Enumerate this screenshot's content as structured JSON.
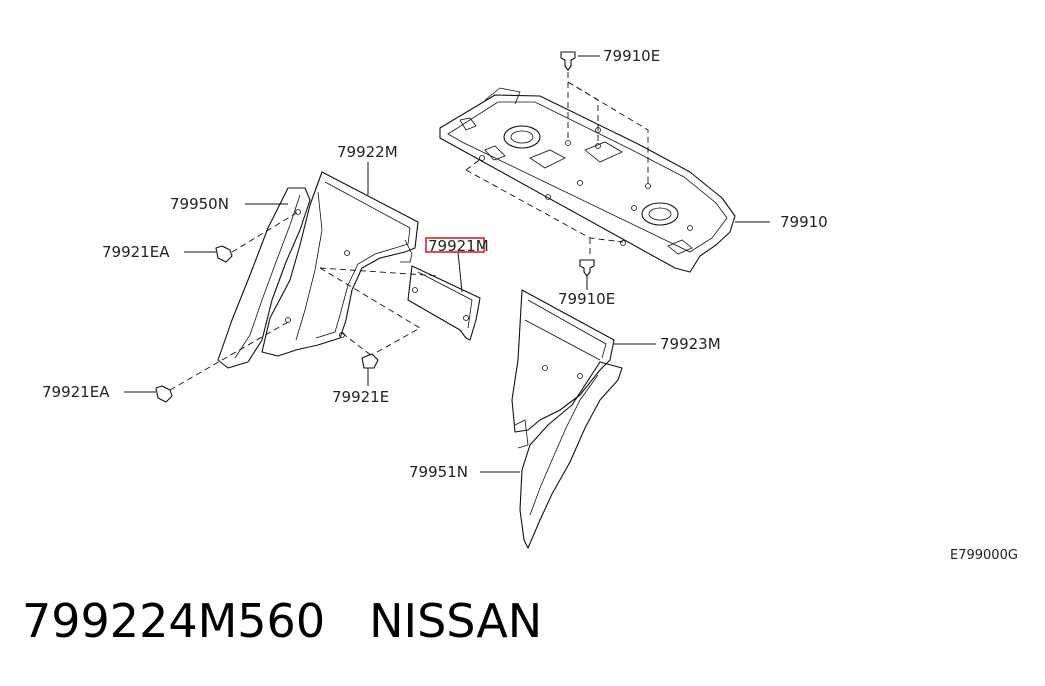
{
  "diagram": {
    "labels": {
      "p79910E_top": "79910E",
      "p79910": "79910",
      "p79910E_bottom": "79910E",
      "p79922M": "79922M",
      "p79950N": "79950N",
      "p79921EA_upper": "79921EA",
      "p79921M": "79921M",
      "p79921EA_lower": "79921EA",
      "p79921E": "79921E",
      "p79923M": "79923M",
      "p79951N": "79951N"
    },
    "diagram_code": "E799000G",
    "highlight_color": "#e0202a"
  },
  "footer": {
    "part_number": "799224M560",
    "brand": "NISSAN"
  }
}
